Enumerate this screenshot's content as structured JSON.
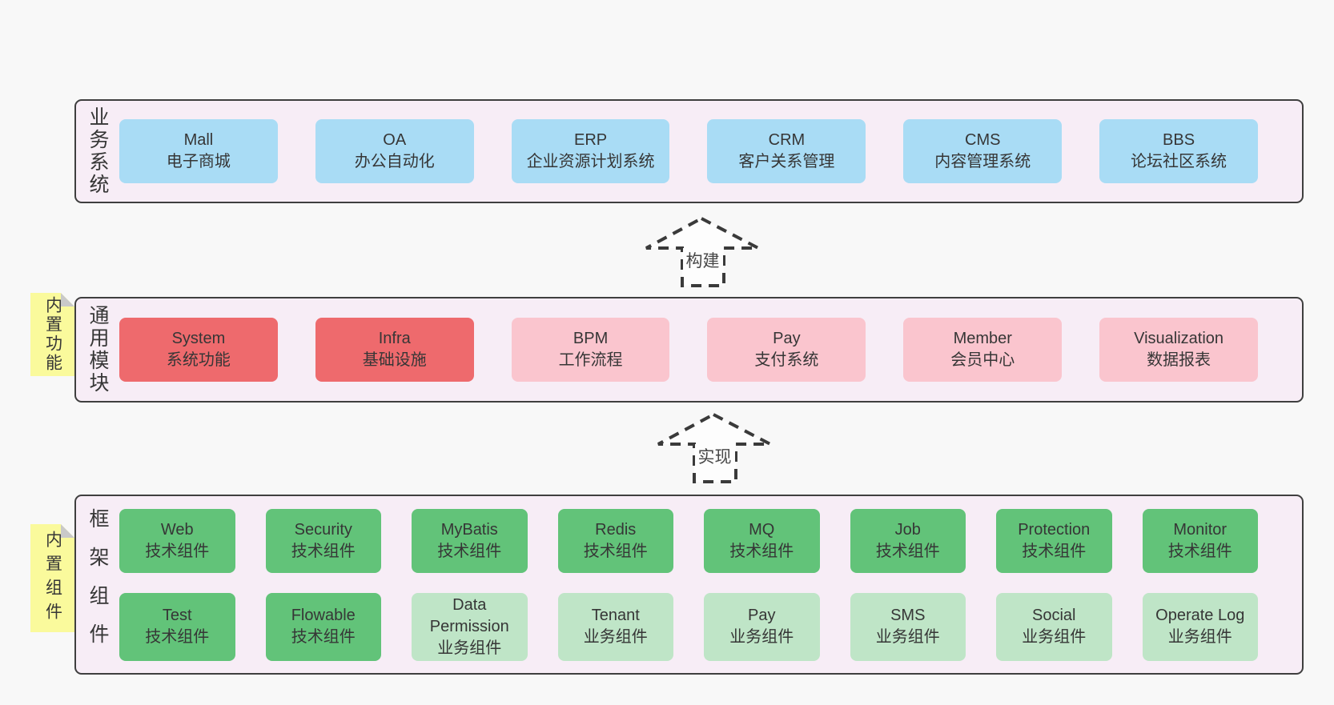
{
  "palette": {
    "page_bg": "#f8f8f8",
    "band_bg": "#f7edf6",
    "band_border": "#3f3f3f",
    "blue": "#a9dcf5",
    "red": "#ee6a6d",
    "pink": "#fac5ce",
    "green_dark": "#62c379",
    "green_light": "#bfe5c7",
    "note_yellow": "#fafa9c",
    "note_fold": "#c9c9c9",
    "text": "#363636"
  },
  "bands": [
    {
      "label": "业务系统",
      "note": "",
      "rows": [
        [
          {
            "title": "Mall",
            "subtitle": "电子商城",
            "color": "blue"
          },
          {
            "title": "OA",
            "subtitle": "办公自动化",
            "color": "blue"
          },
          {
            "title": "ERP",
            "subtitle": "企业资源计划系统",
            "color": "blue"
          },
          {
            "title": "CRM",
            "subtitle": "客户关系管理",
            "color": "blue"
          },
          {
            "title": "CMS",
            "subtitle": "内容管理系统",
            "color": "blue"
          },
          {
            "title": "BBS",
            "subtitle": "论坛社区系统",
            "color": "blue"
          }
        ]
      ]
    },
    {
      "label": "通用模块",
      "note": "内置功能",
      "rows": [
        [
          {
            "title": "System",
            "subtitle": "系统功能",
            "color": "red"
          },
          {
            "title": "Infra",
            "subtitle": "基础设施",
            "color": "red"
          },
          {
            "title": "BPM",
            "subtitle": "工作流程",
            "color": "pink"
          },
          {
            "title": "Pay",
            "subtitle": "支付系统",
            "color": "pink"
          },
          {
            "title": "Member",
            "subtitle": "会员中心",
            "color": "pink"
          },
          {
            "title": "Visualization",
            "subtitle": "数据报表",
            "color": "pink"
          }
        ]
      ]
    },
    {
      "label": "框架组件",
      "note": "内置组件",
      "rows": [
        [
          {
            "title": "Web",
            "subtitle": "技术组件",
            "color": "green"
          },
          {
            "title": "Security",
            "subtitle": "技术组件",
            "color": "green"
          },
          {
            "title": "MyBatis",
            "subtitle": "技术组件",
            "color": "green"
          },
          {
            "title": "Redis",
            "subtitle": "技术组件",
            "color": "green"
          },
          {
            "title": "MQ",
            "subtitle": "技术组件",
            "color": "green"
          },
          {
            "title": "Job",
            "subtitle": "技术组件",
            "color": "green"
          },
          {
            "title": "Protection",
            "subtitle": "技术组件",
            "color": "green"
          },
          {
            "title": "Monitor",
            "subtitle": "技术组件",
            "color": "green"
          }
        ],
        [
          {
            "title": "Test",
            "subtitle": "技术组件",
            "color": "green"
          },
          {
            "title": "Flowable",
            "subtitle": "技术组件",
            "color": "green"
          },
          {
            "title": "Data Permission",
            "subtitle": "业务组件",
            "color": "green-light"
          },
          {
            "title": "Tenant",
            "subtitle": "业务组件",
            "color": "green-light"
          },
          {
            "title": "Pay",
            "subtitle": "业务组件",
            "color": "green-light"
          },
          {
            "title": "SMS",
            "subtitle": "业务组件",
            "color": "green-light"
          },
          {
            "title": "Social",
            "subtitle": "业务组件",
            "color": "green-light"
          },
          {
            "title": "Operate Log",
            "subtitle": "业务组件",
            "color": "green-light"
          }
        ]
      ]
    }
  ],
  "arrows": [
    {
      "label": "构建"
    },
    {
      "label": "实现"
    }
  ]
}
